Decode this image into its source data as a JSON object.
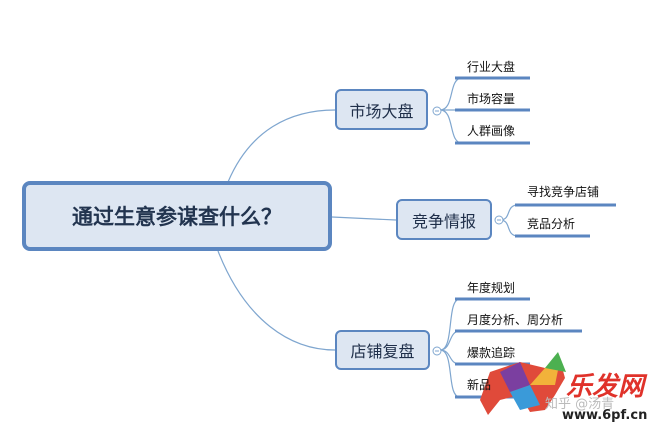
{
  "root": {
    "label": "通过生意参谋查什么？"
  },
  "branches": [
    {
      "label": "市场大盘",
      "children": [
        "行业大盘",
        "市场容量",
        "人群画像"
      ]
    },
    {
      "label": "竞争情报",
      "children": [
        "寻找竞争店铺",
        "竞品分析"
      ]
    },
    {
      "label": "店铺复盘",
      "children": [
        "年度规划",
        "月度分析、周分析",
        "爆款追踪",
        "新品"
      ]
    }
  ],
  "watermark": {
    "brand": "乐发网",
    "url": "www.6pf.cn",
    "zhihu": "知乎 @汤青"
  },
  "colors": {
    "line": "#5b86c0",
    "node_fill": "#dde6f2",
    "connector": "#7fa6cf"
  }
}
